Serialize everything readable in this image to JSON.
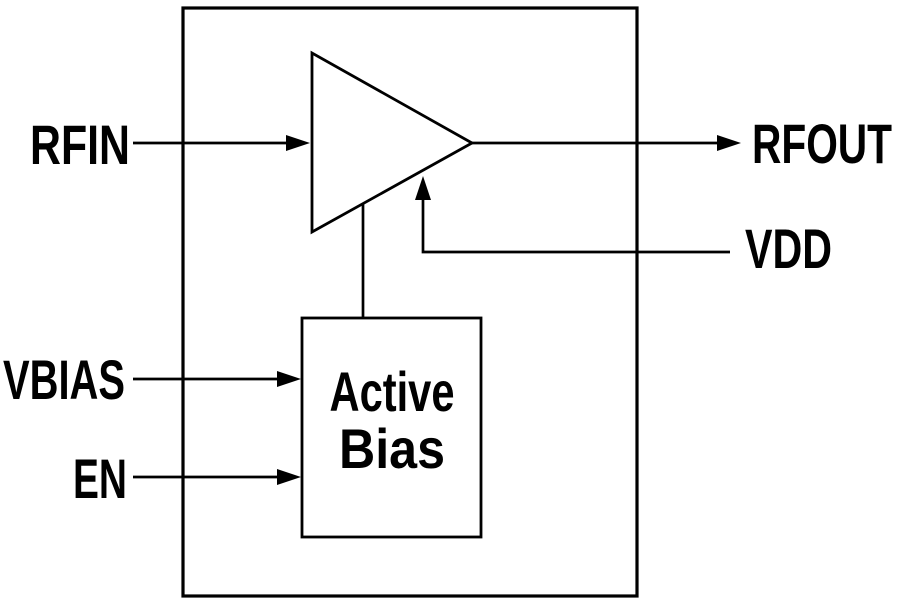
{
  "diagram": {
    "type": "block-diagram",
    "blocks": {
      "amplifier": {
        "shape": "triangle",
        "label": ""
      },
      "active_bias": {
        "shape": "rectangle",
        "label_line1": "Active",
        "label_line2": "Bias"
      }
    },
    "pins": {
      "rfin": {
        "label": "RFIN",
        "side": "left",
        "direction": "input",
        "connects_to": "amplifier"
      },
      "rfout": {
        "label": "RFOUT",
        "side": "right",
        "direction": "output",
        "connects_to": "amplifier"
      },
      "vdd": {
        "label": "VDD",
        "side": "right",
        "direction": "input",
        "connects_to": "amplifier"
      },
      "vbias": {
        "label": "VBIAS",
        "side": "left",
        "direction": "input",
        "connects_to": "active_bias"
      },
      "en": {
        "label": "EN",
        "side": "left",
        "direction": "input",
        "connects_to": "active_bias"
      }
    },
    "connections": [
      {
        "from": "rfin",
        "to": "amplifier",
        "arrow": true
      },
      {
        "from": "amplifier",
        "to": "rfout",
        "arrow": true
      },
      {
        "from": "vdd",
        "to": "amplifier",
        "arrow": true
      },
      {
        "from": "vbias",
        "to": "active_bias",
        "arrow": true
      },
      {
        "from": "en",
        "to": "active_bias",
        "arrow": true
      },
      {
        "from": "active_bias",
        "to": "amplifier",
        "arrow": false
      }
    ],
    "colors": {
      "line": "#000000",
      "background": "#ffffff"
    }
  }
}
